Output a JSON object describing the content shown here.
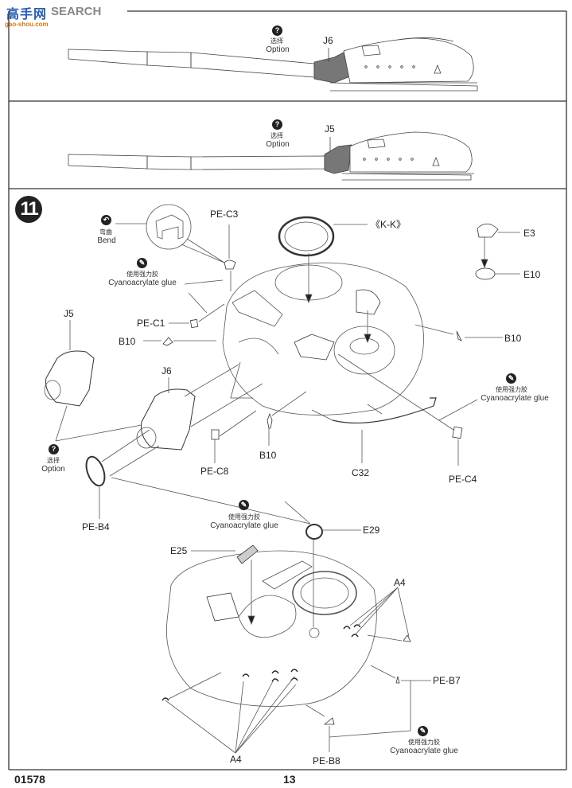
{
  "watermark": {
    "logo_text": "高手网",
    "overlay_text": "SEARCH",
    "url": "gao-shou.com"
  },
  "panels": [
    {
      "id": "option-j6",
      "icon": "question-icon",
      "icon_glyph": "?",
      "note_cn": "选择",
      "note_en": "Option",
      "part": "J6"
    },
    {
      "id": "option-j5",
      "icon": "question-icon",
      "icon_glyph": "?",
      "note_cn": "选择",
      "note_en": "Option",
      "part": "J5"
    }
  ],
  "step": {
    "number": "11",
    "bend": {
      "icon": "bend-icon",
      "cn": "弯曲",
      "en": "Bend"
    },
    "glue_notes": [
      {
        "icon": "glue-icon",
        "cn": "使用强力胶",
        "en": "Cyanoacrylate glue"
      },
      {
        "icon": "glue-icon",
        "cn": "使用强力胶",
        "en": "Cyanoacrylate glue"
      },
      {
        "icon": "glue-icon",
        "cn": "使用强力胶",
        "en": "Cyanoacrylate glue"
      },
      {
        "icon": "glue-icon",
        "cn": "使用强力胶",
        "en": "Cyanoacrylate glue"
      }
    ],
    "option": {
      "icon": "question-icon",
      "cn": "选择",
      "en": "Option"
    },
    "parts": {
      "pe_c3": "PE-C3",
      "kk": "《K-K》",
      "e3": "E3",
      "e10": "E10",
      "pe_c1": "PE-C1",
      "b10_left": "B10",
      "b10_right": "B10",
      "b10_bottom": "B10",
      "j5": "J5",
      "j6": "J6",
      "pe_c8": "PE-C8",
      "c32": "C32",
      "pe_c4": "PE-C4",
      "pe_b4": "PE-B4",
      "e25": "E25",
      "e29": "E29",
      "a4_right": "A4",
      "a4_bottom": "A4",
      "pe_b7": "PE-B7",
      "pe_b8": "PE-B8"
    }
  },
  "footer": {
    "product_code": "01578",
    "page_number": "13"
  }
}
